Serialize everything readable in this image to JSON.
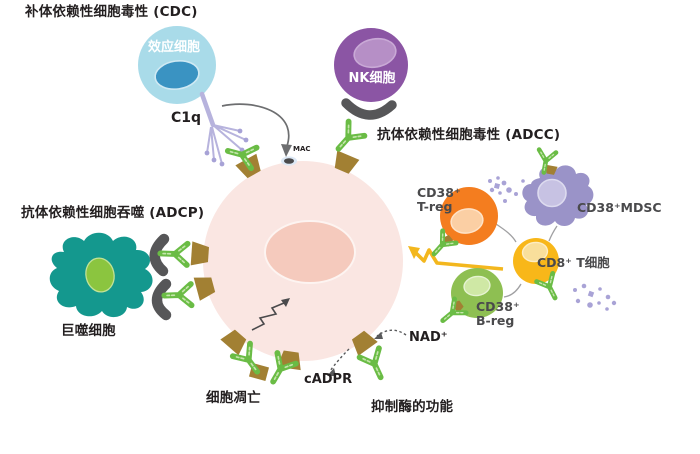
{
  "titles": {
    "cdc": "补体依赖性细胞毒性 (CDC)",
    "adcc": "抗体依赖性细胞毒性 (ADCC)",
    "adcp": "抗体依赖性细胞吞噬 (ADCP)",
    "apoptosis": "细胞凋亡",
    "enzyme_function": "抑制酶的功能"
  },
  "cells": {
    "effector": "效应细胞",
    "nk": "NK细胞",
    "macrophage": "巨噬细胞",
    "treg_line1": "CD38⁺",
    "treg_line2": "T-reg",
    "mdsc": "CD38⁺MDSC",
    "cd8": "CD8⁺ T细胞",
    "breg_line1": "CD38⁺",
    "breg_line2": "B-reg"
  },
  "molecules": {
    "c1q": "C1q",
    "mac": "MAC",
    "nad": "NAD⁺",
    "cadpr": "cADPR"
  },
  "colors": {
    "tumor_cell": "#fae6e2",
    "tumor_nucleus": "#f5cabd",
    "effector_cell": "#a9dbe9",
    "effector_nucleus": "#3a93c2",
    "nk_cell": "#8b55a4",
    "nk_nucleus": "#b68fc6",
    "macrophage": "#14988e",
    "macrophage_nucleus": "#8bc53f",
    "treg": "#f47d1f",
    "treg_nucleus": "#fbcfa4",
    "mdsc": "#9a93c8",
    "mdsc_nucleus": "#c7c2e3",
    "cd8": "#f8b719",
    "cd8_nucleus": "#f9df9b",
    "breg": "#8ebf52",
    "breg_nucleus": "#cfe8a5",
    "antibody_green": "#6abc45",
    "receptor_brown": "#a28033",
    "fc_crescent": "#565658",
    "c1q_lavender": "#b7b3dd",
    "speckle_purple": "#a9a3d6",
    "signal_arrow_yellow": "#f3b71e",
    "text_dark": "#231f20",
    "text_gray": "#4a4a4c"
  }
}
